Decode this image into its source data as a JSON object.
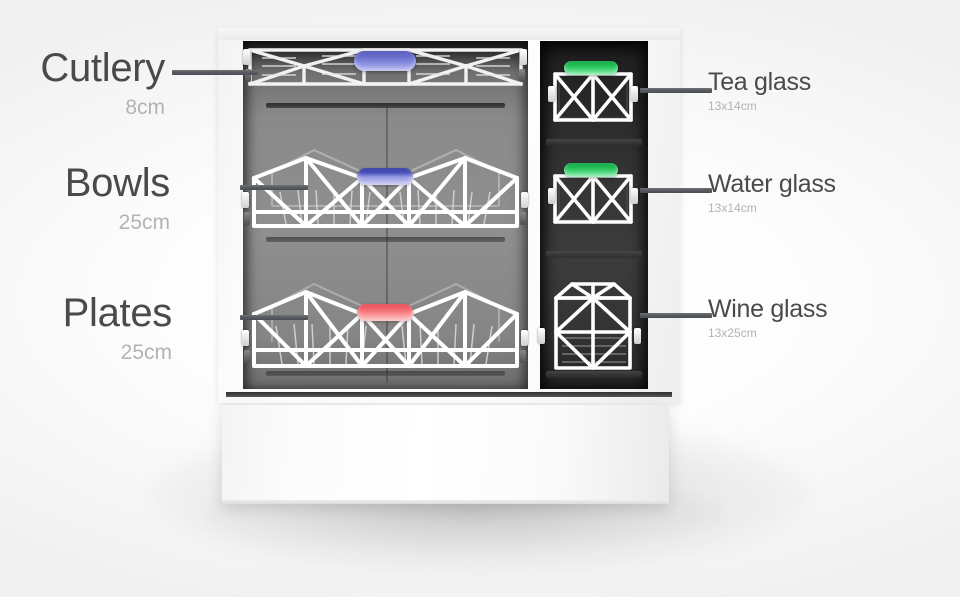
{
  "scene": {
    "title": "Dishwasher basket capacity diagram",
    "background_color": "#f7f7f7",
    "body_color": "#ffffff",
    "tub_color": "#8a8a8a",
    "right_tub_color": "#303030"
  },
  "callouts": {
    "left": [
      {
        "id": "cutlery",
        "label": "Cutlery",
        "size": "8cm",
        "handle_color": "#6a6fcc",
        "rack": "cutlery-tray"
      },
      {
        "id": "bowls",
        "label": "Bowls",
        "size": "25cm",
        "handle_color": "#4a52b8",
        "rack": "bowls-basket"
      },
      {
        "id": "plates",
        "label": "Plates",
        "size": "25cm",
        "handle_color": "#ef6267",
        "rack": "plates-basket"
      }
    ],
    "right": [
      {
        "id": "tea-glass",
        "label": "Tea glass",
        "size": "13x14cm",
        "handle_color": "#22bb55",
        "rack": "tea-glass-basket"
      },
      {
        "id": "water-glass",
        "label": "Water glass",
        "size": "13x14cm",
        "handle_color": "#22bb55",
        "rack": "water-glass-basket"
      },
      {
        "id": "wine-glass",
        "label": "Wine glass",
        "size": "13x25cm",
        "handle_color": "#ffffff",
        "rack": "wine-glass-basket"
      }
    ]
  }
}
